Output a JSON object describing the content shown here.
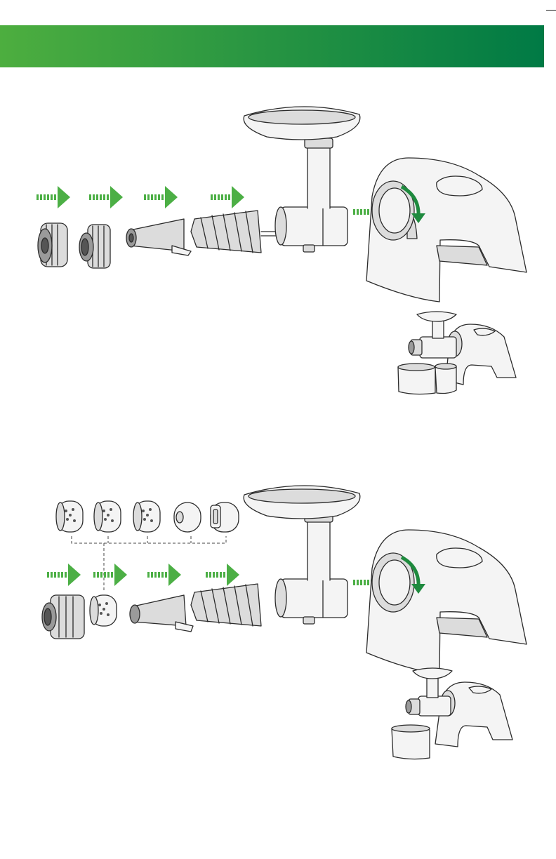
{
  "colors": {
    "header_gradient_start": "#4dae3f",
    "header_gradient_end": "#007a45",
    "arrow_green": "#4caf45",
    "rotation_arrow": "#1e8a3e"
  },
  "figures": {
    "juicing_assembly": {
      "parts": [
        "end-cap",
        "juicing-screen",
        "juicing-housing-cone",
        "auger",
        "feed-chute-drum",
        "motor-base"
      ],
      "insertion_arrows": 5,
      "inset": "assembled-juicer-with-two-cups"
    },
    "nozzle_assembly": {
      "nozzle_options": 5,
      "parts": [
        "end-cap",
        "nozzle",
        "pasta-housing-cone",
        "auger",
        "feed-chute-drum",
        "motor-base"
      ],
      "insertion_arrows": 5,
      "inset": "assembled-juicer-with-one-cup"
    }
  }
}
